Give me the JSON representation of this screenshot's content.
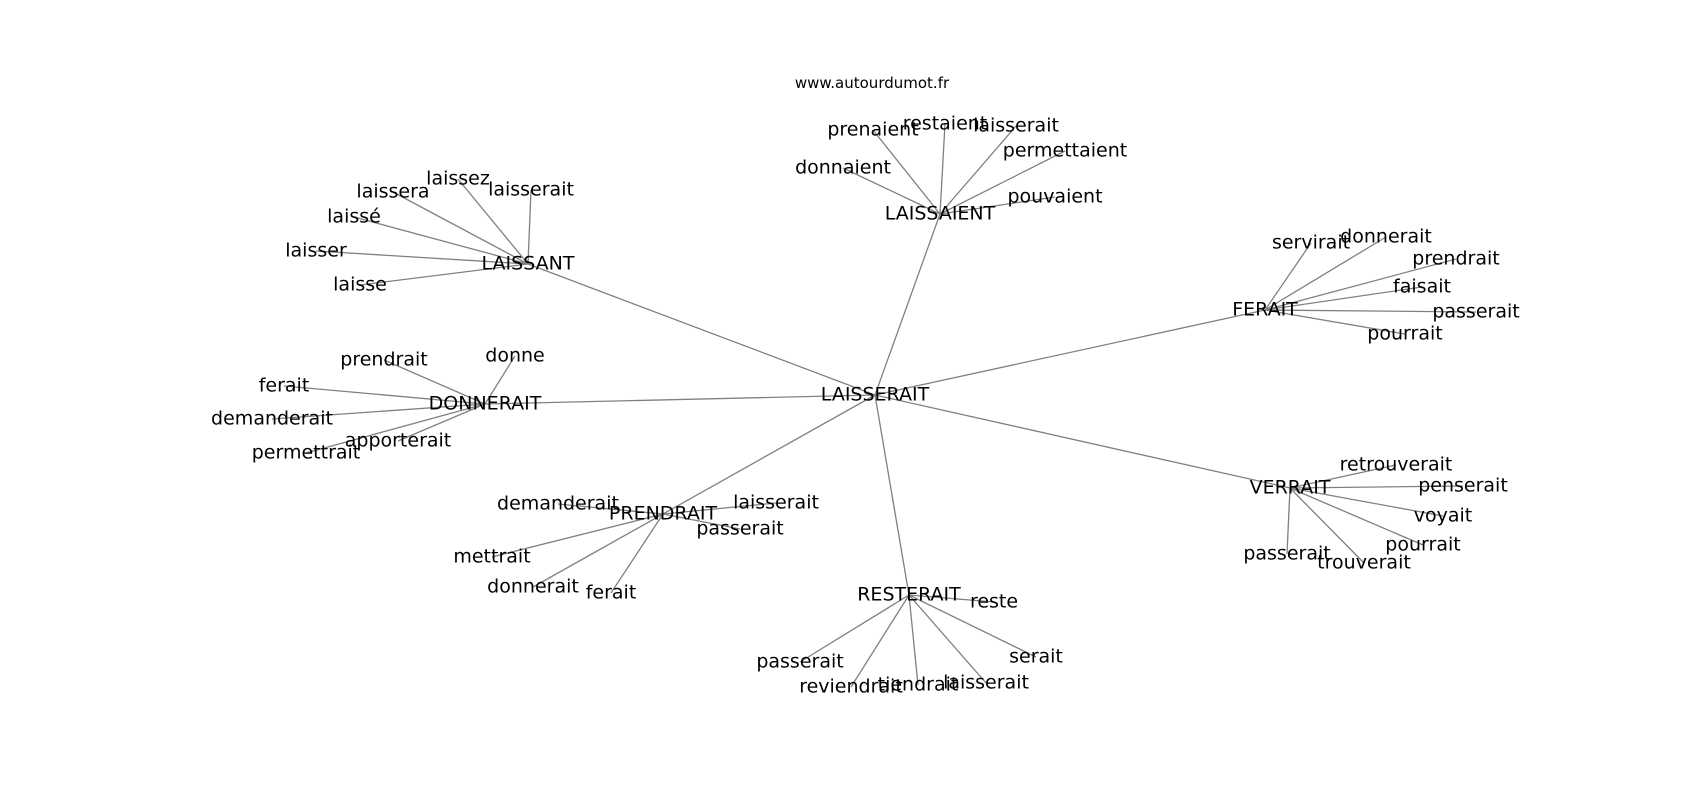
{
  "site_credit": "www.autourdumot.fr",
  "center": "LAISSERAIT",
  "clusters": [
    {
      "hub": "LAISSANT",
      "leaves": [
        "laissez",
        "laissera",
        "laisserait",
        "laissé",
        "laisser",
        "laisse"
      ]
    },
    {
      "hub": "LAISSAIENT",
      "leaves": [
        "prenaient",
        "restaient",
        "laisserait",
        "permettaient",
        "donnaient",
        "pouvaient"
      ]
    },
    {
      "hub": "FERAIT",
      "leaves": [
        "servirait",
        "donnerait",
        "prendrait",
        "faisait",
        "passerait",
        "pourrait"
      ]
    },
    {
      "hub": "DONNERAIT",
      "leaves": [
        "prendrait",
        "donne",
        "ferait",
        "demanderait",
        "apporterait",
        "permettrait"
      ]
    },
    {
      "hub": "PRENDRAIT",
      "leaves": [
        "demanderait",
        "laisserait",
        "passerait",
        "mettrait",
        "donnerait",
        "ferait"
      ]
    },
    {
      "hub": "VERRAIT",
      "leaves": [
        "retrouverait",
        "penserait",
        "voyait",
        "pourrait",
        "passerait",
        "trouverait"
      ]
    },
    {
      "hub": "RESTERAIT",
      "leaves": [
        "reste",
        "serait",
        "passerait",
        "reviendrait",
        "tiendrait",
        "laisserait"
      ]
    }
  ]
}
